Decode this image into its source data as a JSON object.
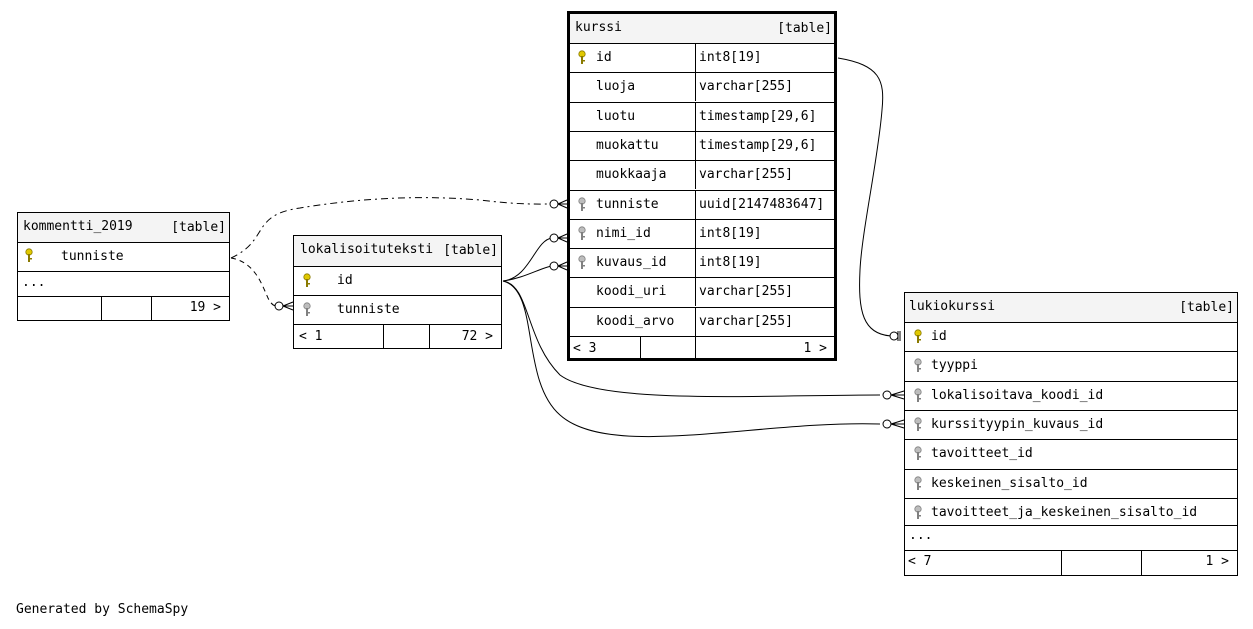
{
  "tables": {
    "kommentti_2019": {
      "name": "kommentti_2019",
      "kind": "[table]",
      "columns": [
        {
          "name": "tunniste",
          "key": "primary-key-icon"
        }
      ],
      "more": "...",
      "footer": {
        "parents": "",
        "children": "19 >"
      }
    },
    "lokalisoituteksti": {
      "name": "lokalisoituteksti",
      "kind": "[table]",
      "columns": [
        {
          "name": "id",
          "key": "primary-key-icon"
        },
        {
          "name": "tunniste",
          "key": "foreign-key-icon"
        }
      ],
      "footer": {
        "parents": "< 1",
        "children": "72 >"
      }
    },
    "kurssi": {
      "name": "kurssi",
      "kind": "[table]",
      "columns": [
        {
          "name": "id",
          "type": "int8[19]",
          "key": "primary-key-icon"
        },
        {
          "name": "luoja",
          "type": "varchar[255]",
          "key": ""
        },
        {
          "name": "luotu",
          "type": "timestamp[29,6]",
          "key": ""
        },
        {
          "name": "muokattu",
          "type": "timestamp[29,6]",
          "key": ""
        },
        {
          "name": "muokkaaja",
          "type": "varchar[255]",
          "key": ""
        },
        {
          "name": "tunniste",
          "type": "uuid[2147483647]",
          "key": "foreign-key-icon"
        },
        {
          "name": "nimi_id",
          "type": "int8[19]",
          "key": "foreign-key-icon"
        },
        {
          "name": "kuvaus_id",
          "type": "int8[19]",
          "key": "foreign-key-icon"
        },
        {
          "name": "koodi_uri",
          "type": "varchar[255]",
          "key": ""
        },
        {
          "name": "koodi_arvo",
          "type": "varchar[255]",
          "key": ""
        }
      ],
      "footer": {
        "parents": "< 3",
        "children": "1 >"
      }
    },
    "lukiokurssi": {
      "name": "lukiokurssi",
      "kind": "[table]",
      "columns": [
        {
          "name": "id",
          "key": "primary-key-icon"
        },
        {
          "name": "tyyppi",
          "key": "foreign-key-icon"
        },
        {
          "name": "lokalisoitava_koodi_id",
          "key": "foreign-key-icon"
        },
        {
          "name": "kurssityypin_kuvaus_id",
          "key": "foreign-key-icon"
        },
        {
          "name": "tavoitteet_id",
          "key": "foreign-key-icon"
        },
        {
          "name": "keskeinen_sisalto_id",
          "key": "foreign-key-icon"
        },
        {
          "name": "tavoitteet_ja_keskeinen_sisalto_id",
          "key": "foreign-key-icon"
        }
      ],
      "more": "...",
      "footer": {
        "parents": "< 7",
        "children": "1 >"
      }
    }
  },
  "generated_by": "Generated by SchemaSpy",
  "colors": {
    "primary_key": "#e0c800",
    "foreign_key": "#a0a0a0",
    "header_bg": "#f4f4f4"
  }
}
